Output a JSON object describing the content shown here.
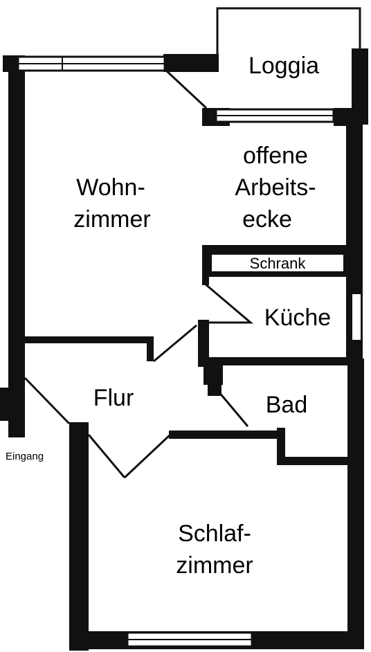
{
  "rooms": {
    "loggia": "Loggia",
    "arbeitsecke": [
      "offene",
      "Arbeits-",
      "ecke"
    ],
    "wohnzimmer": [
      "Wohn-",
      "zimmer"
    ],
    "schrank": "Schrank",
    "kueche": "Küche",
    "flur": "Flur",
    "bad": "Bad",
    "schlafzimmer": [
      "Schlaf-",
      "zimmer"
    ]
  },
  "entrance": "Eingang",
  "colors": {
    "wall": "#111111",
    "background": "#ffffff"
  }
}
